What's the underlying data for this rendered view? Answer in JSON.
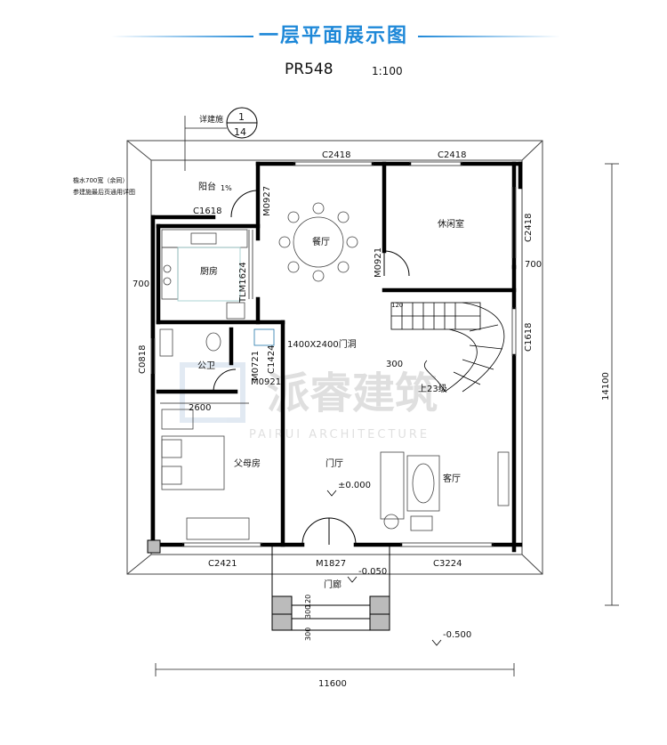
{
  "header": {
    "title": "一层平面展示图",
    "plan_code": "PR548",
    "scale": "1:100"
  },
  "rooms": {
    "balcony": "阳台",
    "dining": "餐厅",
    "leisure": "休闲室",
    "kitchen": "厨房",
    "toilet": "公卫",
    "parents": "父母房",
    "foyer": "门厅",
    "living": "客厅",
    "porch": "门廊"
  },
  "openings": {
    "c2418_a": "C2418",
    "c2418_b": "C2418",
    "c2418_c": "C2418",
    "c1618_a": "C1618",
    "m0927": "M0927",
    "m0921_a": "M0921",
    "tlm1624": "TLM1624",
    "c1618_b": "C1618",
    "c0818": "C0818",
    "m0721": "M0721",
    "m0921_b": "M0921",
    "c1424": "C1424",
    "door_hole": "1400X2400门洞",
    "c2421": "C2421",
    "m1827": "M1827",
    "c3224": "C3224"
  },
  "dims": {
    "d700_left": "700",
    "d700_right": "700",
    "d2600": "2600",
    "d300": "300",
    "d120": "120",
    "d14100": "14100",
    "d11600": "11600",
    "step300a": "300",
    "step120": "120",
    "step300b": "300"
  },
  "levels": {
    "floor": "±0.000",
    "porch": "-0.050",
    "ground": "-0.500"
  },
  "stair": {
    "label": "上23级"
  },
  "notes": {
    "detail_ref": "详建施",
    "detail_num": "1",
    "detail_sheet": "14",
    "eave_a": "檐水700宽（余同）",
    "eave_b": "参建施最后页通用详图",
    "slope": "1%"
  },
  "watermark": {
    "cn": "派睿建筑",
    "en": "PAIRUI ARCHITECTURE"
  }
}
